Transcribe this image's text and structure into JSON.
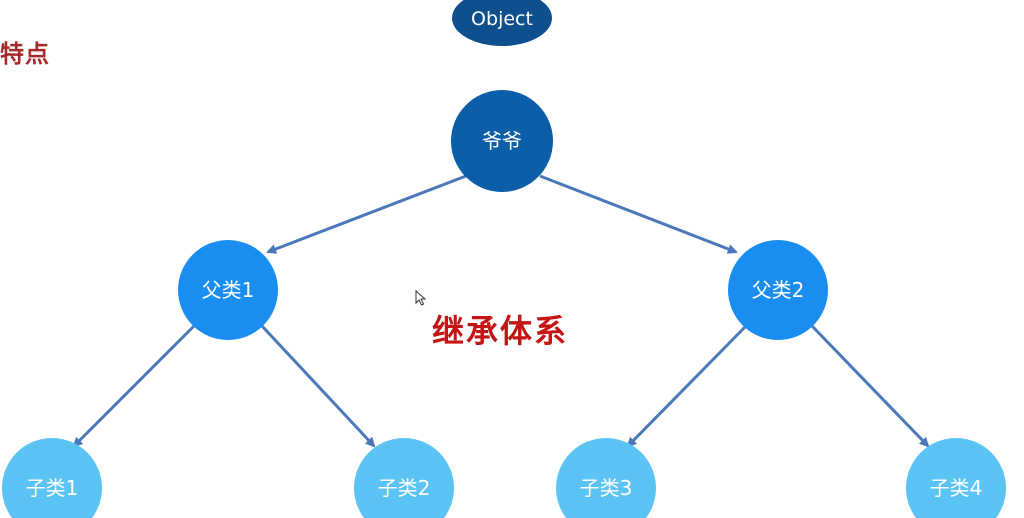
{
  "heading": "特点",
  "center_label": "继承体系",
  "colors": {
    "object_node": "#0e4f8e",
    "grandparent_node": "#0d5ea8",
    "parent_node": "#1a8ef0",
    "child_node": "#5cc4f5",
    "edge": "#4a78b8",
    "heading_text": "#a52a2a",
    "center_text": "#c41414"
  },
  "nodes": {
    "object": "Object",
    "grandparent": "爷爷",
    "parent1": "父类1",
    "parent2": "父类2",
    "child1": "子类1",
    "child2": "子类2",
    "child3": "子类3",
    "child4": "子类4"
  },
  "edges": [
    [
      "grandparent",
      "parent1"
    ],
    [
      "grandparent",
      "parent2"
    ],
    [
      "parent1",
      "child1"
    ],
    [
      "parent1",
      "child2"
    ],
    [
      "parent2",
      "child3"
    ],
    [
      "parent2",
      "child4"
    ]
  ]
}
